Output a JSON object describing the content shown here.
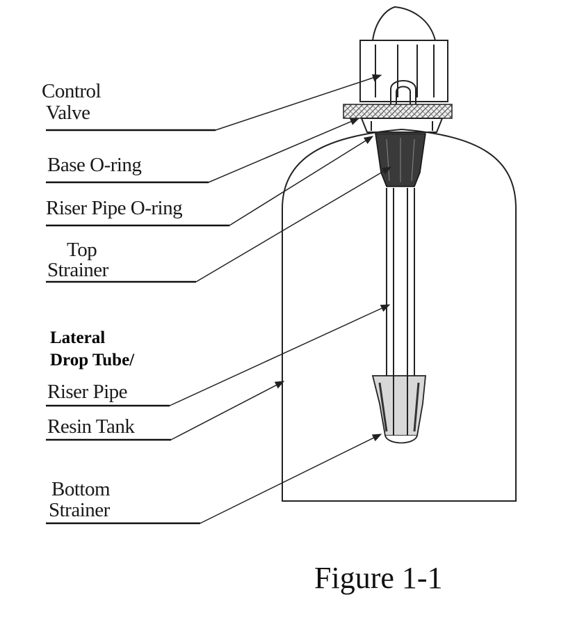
{
  "figure": {
    "caption": "Figure 1-1",
    "labels": {
      "control_valve": [
        "Control",
        "Valve"
      ],
      "base_oring": [
        "Base O-ring"
      ],
      "riser_oring": [
        "Riser Pipe O-ring"
      ],
      "top_strainer": [
        "Top",
        "Strainer"
      ],
      "lateral": [
        "Lateral",
        "Drop Tube/"
      ],
      "riser_pipe": [
        "Riser Pipe"
      ],
      "resin_tank": [
        "Resin Tank"
      ],
      "bottom_strainer": [
        "Bottom",
        "Strainer"
      ]
    }
  }
}
